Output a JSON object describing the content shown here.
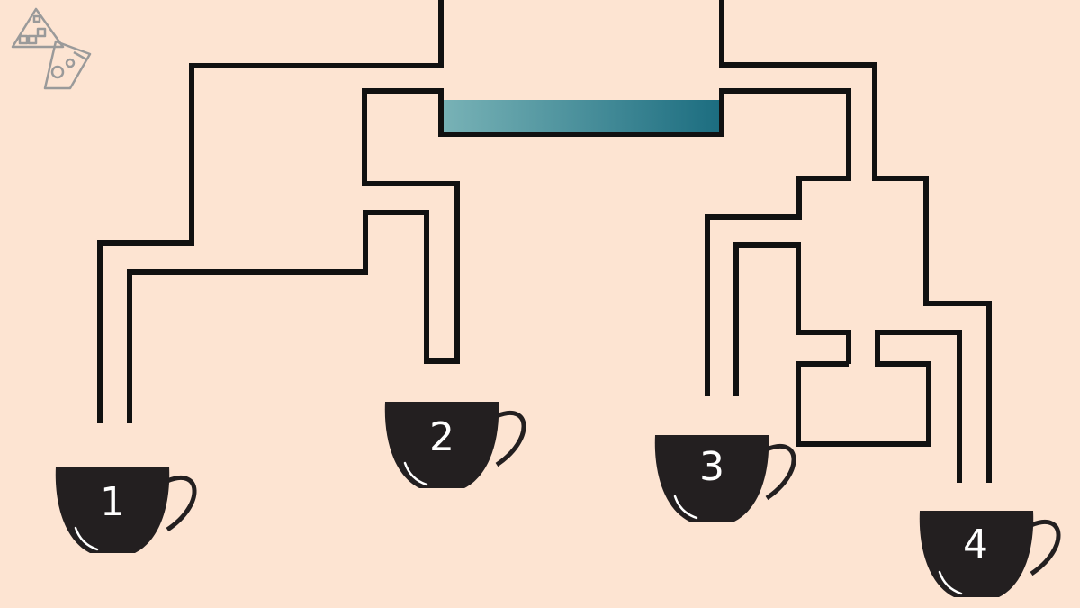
{
  "puzzle": {
    "cups": [
      {
        "label": "1"
      },
      {
        "label": "2"
      },
      {
        "label": "3"
      },
      {
        "label": "4"
      }
    ],
    "colors": {
      "background": "#fde4d2",
      "pipe": "#111111",
      "cup": "#231f20",
      "cup_text": "#ffffff",
      "liquid_start": "#78b2b6",
      "liquid_end": "#1c6d80",
      "logo": "#9a9a9a"
    },
    "icons": [
      "logo-icon",
      "cup-icon",
      "liquid-tank"
    ]
  }
}
